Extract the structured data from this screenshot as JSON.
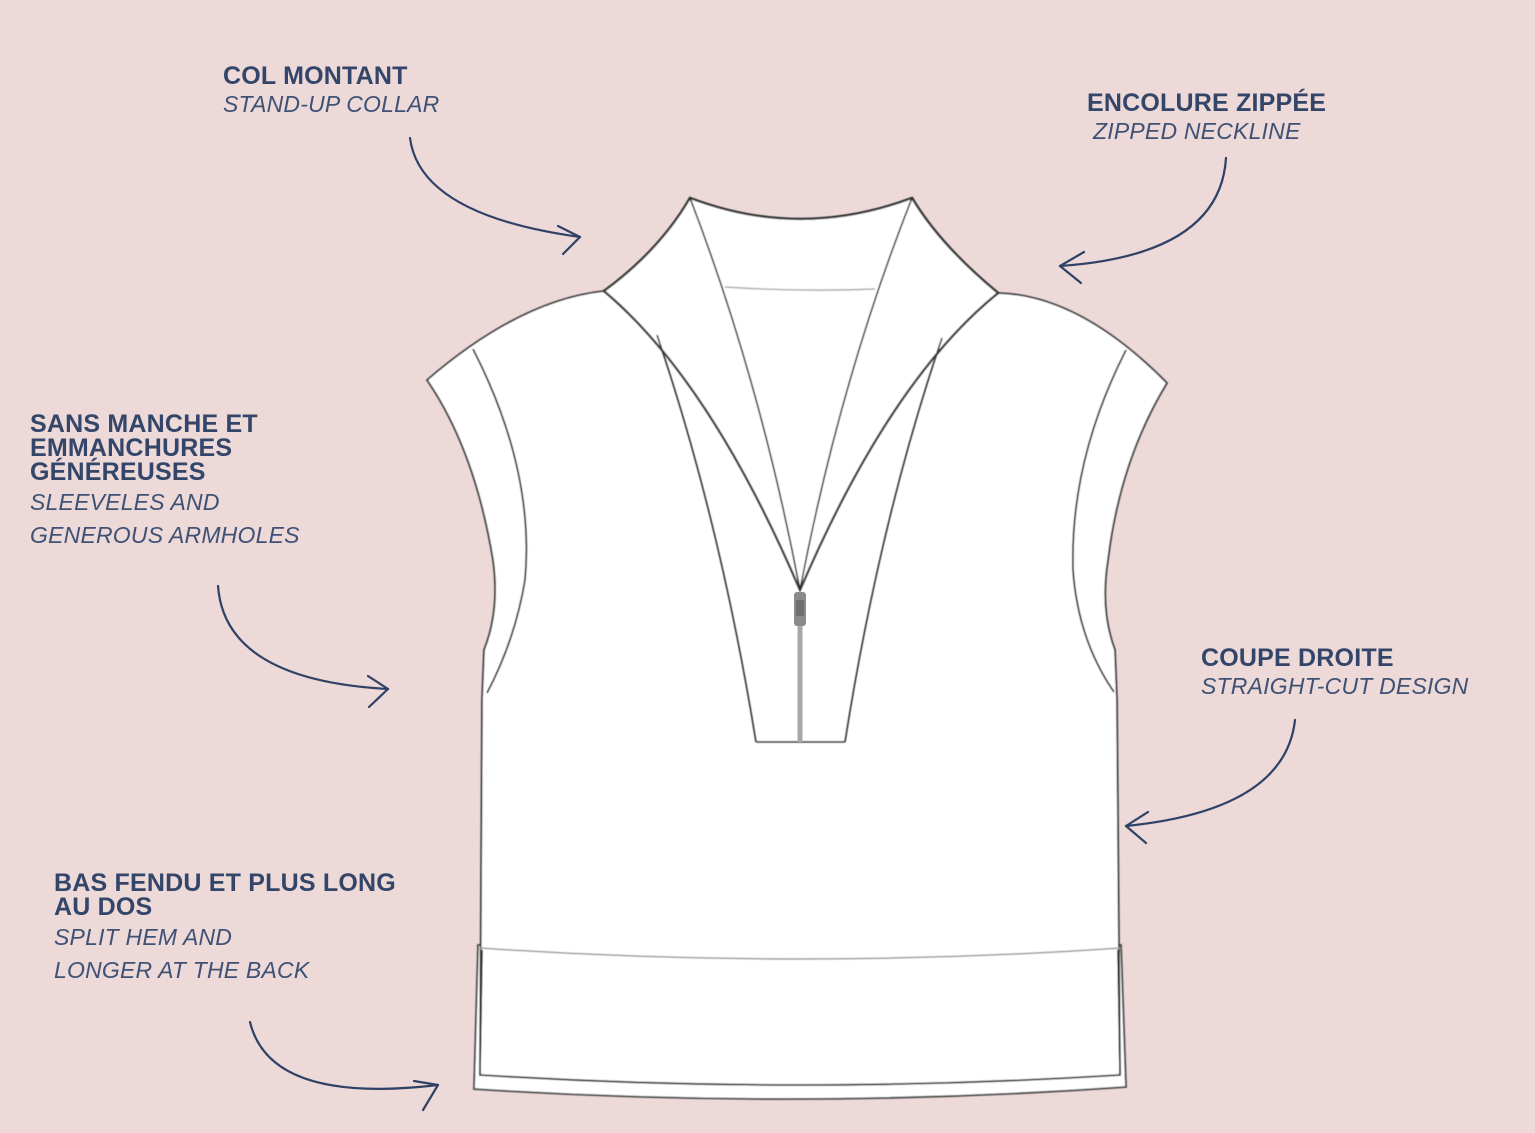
{
  "page": {
    "background_color": "#ecd9d8",
    "text_color": "#33466a",
    "arrow_color": "#2f4266",
    "garment_fill": "#ffffff",
    "garment_stroke": "#3a3a3a"
  },
  "garment": {
    "type": "sleeveless half-zip top",
    "view": "front flat sketch"
  },
  "callouts": {
    "collar": {
      "french": "COL MONTANT",
      "english": "STAND-UP COLLAR",
      "arrow_direction": "right, pointing to collar"
    },
    "zip": {
      "french": "ENCOLURE ZIPPÉE",
      "english": "ZIPPED NECKLINE",
      "arrow_direction": "left, pointing to neckline"
    },
    "sleeve": {
      "french": "SANS MANCHE  ET\nEMMANCHURES\nGÉNÉREUSES",
      "english": "SLEEVELES AND\nGENEROUS ARMHOLES",
      "arrow_direction": "right, pointing to armhole"
    },
    "cut": {
      "french": "COUPE DROITE",
      "english": "STRAIGHT-CUT DESIGN",
      "arrow_direction": "left, pointing to side seam"
    },
    "hem": {
      "french": "BAS FENDU ET PLUS LONG\nAU DOS",
      "english": "SPLIT HEM AND\nLONGER AT THE BACK",
      "arrow_direction": "right, pointing to hem"
    }
  }
}
